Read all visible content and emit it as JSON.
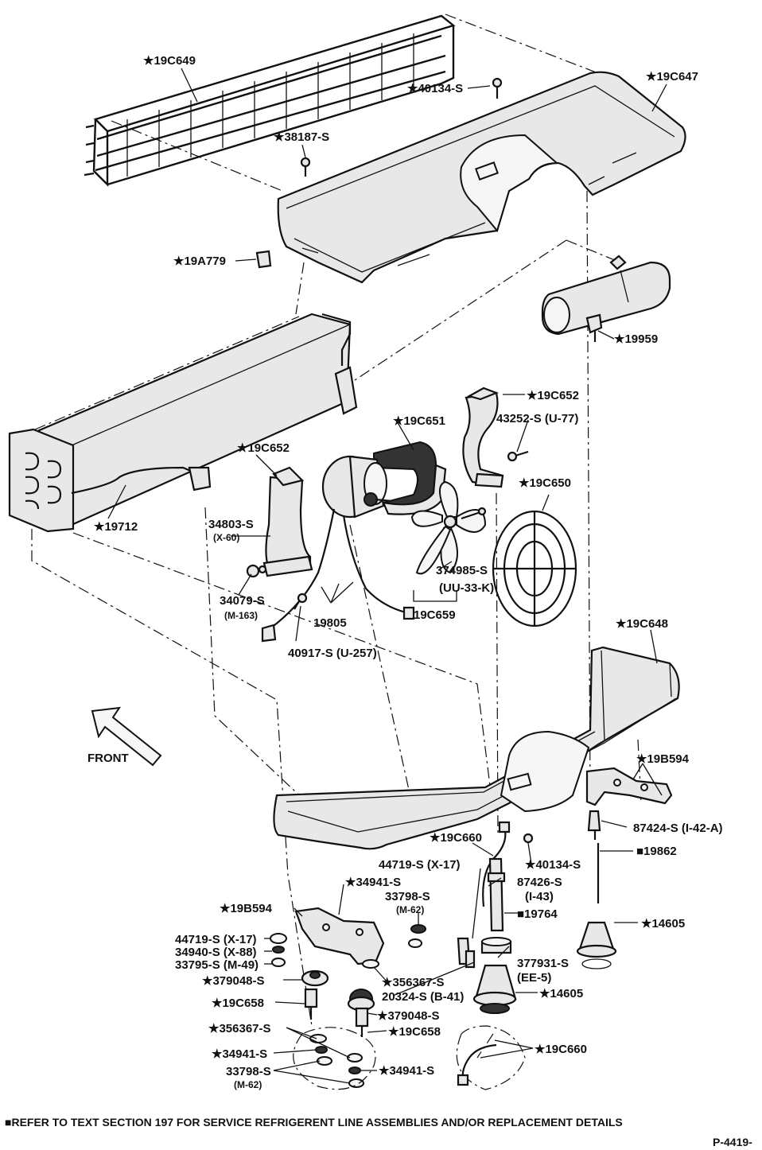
{
  "labels": {
    "l_19c649": "★19C649",
    "l_40134_top": "★40134-S",
    "l_19c647": "★19C647",
    "l_38187": "★38187-S",
    "l_19a779": "★19A779",
    "l_19959": "★19959",
    "l_19c652_right": "★19C652",
    "l_43252": "43252-S (U-77)",
    "l_19c651": "★19C651",
    "l_19c652_left": "★19C652",
    "l_19c650": "★19C650",
    "l_19712": "★19712",
    "l_34803": "34803-S",
    "l_34803_sub": "(X-60)",
    "l_374985": "374985-S",
    "l_374985_sub": "(UU-33-K)",
    "l_34079": "34079-S",
    "l_34079_sub": "(M-163)",
    "l_19805": "19805",
    "l_19c659": "19C659",
    "l_40917": "40917-S (U-257)",
    "l_19c648": "★19C648",
    "l_front": "FRONT",
    "l_19b594_right": "★19B594",
    "l_87424": "87424-S (I-42-A)",
    "l_19c660_mid": "★19C660",
    "l_19862": "■19862",
    "l_40134_bottom": "★40134-S",
    "l_44719_mid": "44719-S (X-17)",
    "l_87426": "87426-S",
    "l_87426_sub": "(I-43)",
    "l_34941_top": "★34941-S",
    "l_33798_mid": "33798-S",
    "l_33798_mid_sub": "(M-62)",
    "l_19764": "■19764",
    "l_19b594_left": "★19B594",
    "l_14605_right": "★14605",
    "l_44719_left": "44719-S (X-17)",
    "l_34940": "34940-S (X-88)",
    "l_33795": "33795-S (M-49)",
    "l_377931": "377931-S",
    "l_377931_sub": "(EE-5)",
    "l_379048_left": "★379048-S",
    "l_356367_mid": "★356367-S",
    "l_20324": "20324-S (B-41)",
    "l_14605_mid": "★14605",
    "l_19c658_left": "★19C658",
    "l_379048_mid": "★379048-S",
    "l_19c658_mid": "★19C658",
    "l_356367_left": "★356367-S",
    "l_19c660_bottom": "★19C660",
    "l_34941_left": "★34941-S",
    "l_34941_right": "★34941-S",
    "l_33798_left": "33798-S",
    "l_33798_left_sub": "(M-62)"
  },
  "footer": {
    "note": "■REFER TO TEXT SECTION 197 FOR SERVICE REFRIGERENT LINE ASSEMBLIES AND/OR REPLACEMENT DETAILS",
    "code": "P-4419-"
  }
}
